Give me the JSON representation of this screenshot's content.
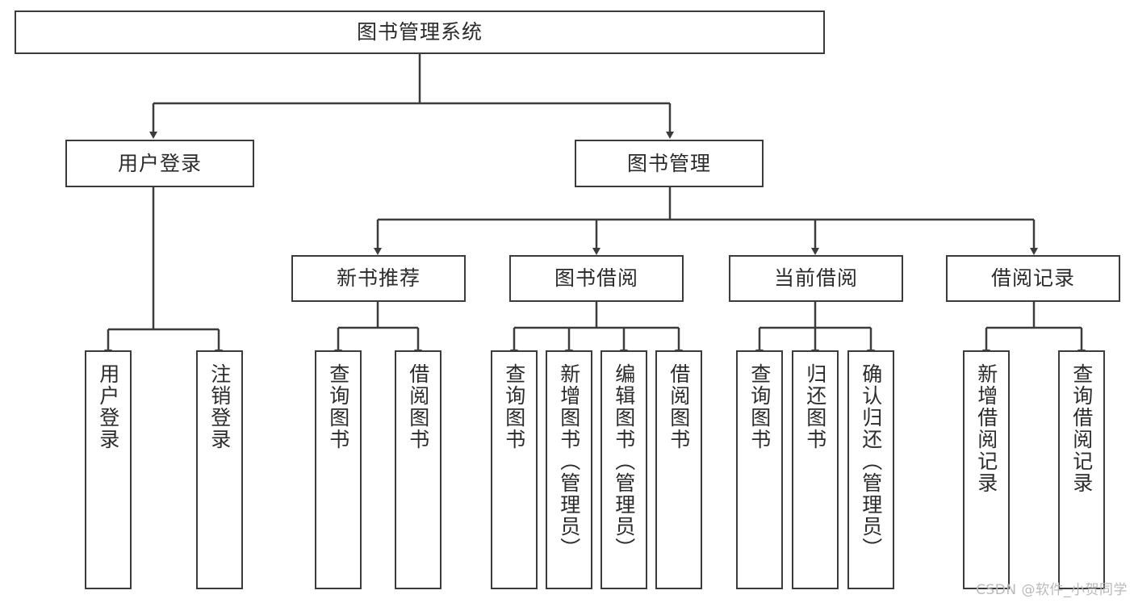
{
  "diagram": {
    "type": "tree",
    "title": "图书管理系统",
    "watermark": "CSDN @软件_小贺同学",
    "colors": {
      "stroke": "#3b3b3b",
      "text": "#2b2b2b",
      "background": "#ffffff",
      "watermark": "#b9b9b9"
    },
    "levels": {
      "root": {
        "label": "图书管理系统"
      },
      "level2": [
        {
          "label": "用户登录"
        },
        {
          "label": "图书管理"
        }
      ],
      "level3": [
        {
          "label": "新书推荐"
        },
        {
          "label": "图书借阅"
        },
        {
          "label": "当前借阅"
        },
        {
          "label": "借阅记录"
        }
      ],
      "leaves": [
        {
          "label": "用户登录",
          "parent": "用户登录"
        },
        {
          "label": "注销登录",
          "parent": "用户登录"
        },
        {
          "label": "查询图书",
          "parent": "新书推荐"
        },
        {
          "label": "借阅图书",
          "parent": "新书推荐"
        },
        {
          "label": "查询图书",
          "parent": "图书借阅"
        },
        {
          "label": "新增图书（管理员）",
          "parent": "图书借阅"
        },
        {
          "label": "编辑图书（管理员）",
          "parent": "图书借阅"
        },
        {
          "label": "借阅图书",
          "parent": "图书借阅"
        },
        {
          "label": "查询图书",
          "parent": "当前借阅"
        },
        {
          "label": "归还图书",
          "parent": "当前借阅"
        },
        {
          "label": "确认归还（管理员）",
          "parent": "当前借阅"
        },
        {
          "label": "新增借阅记录",
          "parent": "借阅记录"
        },
        {
          "label": "查询借阅记录",
          "parent": "借阅记录"
        }
      ]
    }
  }
}
